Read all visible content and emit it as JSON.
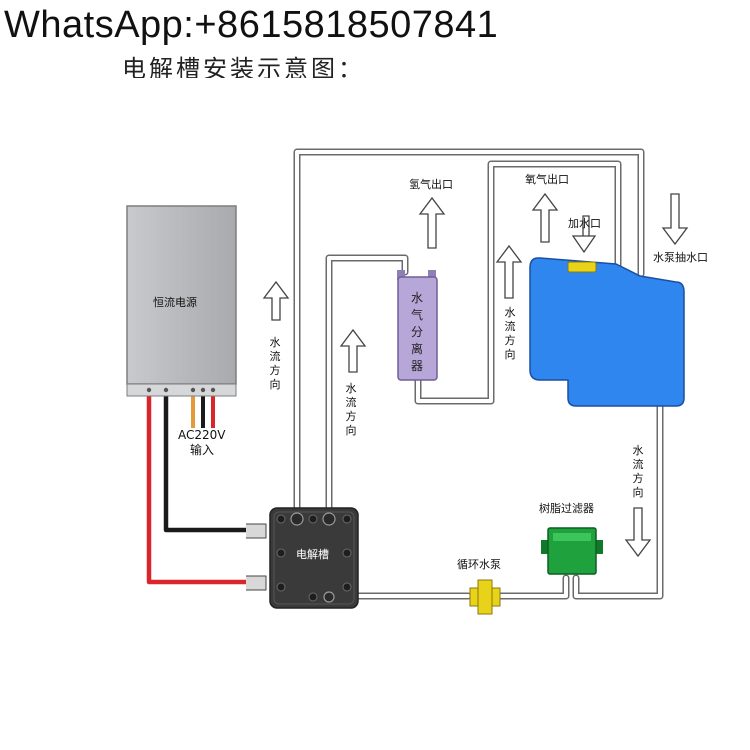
{
  "header": {
    "watermark": "WhatsApp:+8615818507841",
    "title": "电解槽安装示意图："
  },
  "labels": {
    "power_supply": "恒流电源",
    "ac_input_1": "AC220V",
    "ac_input_2": "输入",
    "electrolyzer": "电解槽",
    "separator": "水气分离器",
    "hydrogen_outlet": "氢气出口",
    "oxygen_outlet": "氧气出口",
    "fill_inlet": "加水口",
    "pump_suction": "水泵抽水口",
    "resin_filter": "树脂过滤器",
    "circulation_pump": "循环水泵",
    "flow_1": "水流方向",
    "flow_2": "水流方向",
    "flow_3": "水流方向",
    "flow_4": "水流方向"
  },
  "colors": {
    "tank": "#2f86ee",
    "separator": "#b7a6d8",
    "filter": "#1fa23d",
    "pump": "#e8d21a",
    "positive_wire": "#d9262b",
    "negative_wire": "#1a1a1a",
    "ac_wire": "#e29a3a",
    "power_supply": "#b8b9bc"
  }
}
